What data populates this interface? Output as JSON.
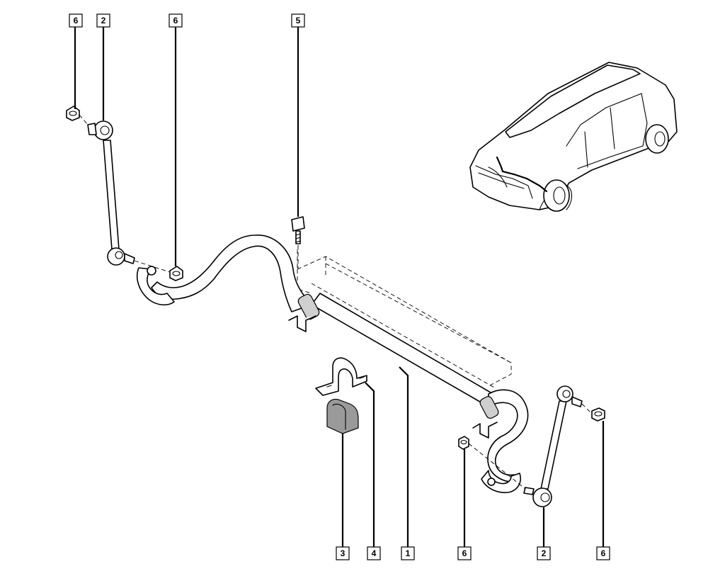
{
  "callouts": {
    "c6_top_left": "6",
    "c2_top_left": "2",
    "c6_top_mid": "6",
    "c5_top": "5",
    "c3_bottom": "3",
    "c4_bottom": "4",
    "c1_bottom": "1",
    "c6_bottom_mid": "6",
    "c2_bottom_right": "2",
    "c6_bottom_right": "6"
  }
}
